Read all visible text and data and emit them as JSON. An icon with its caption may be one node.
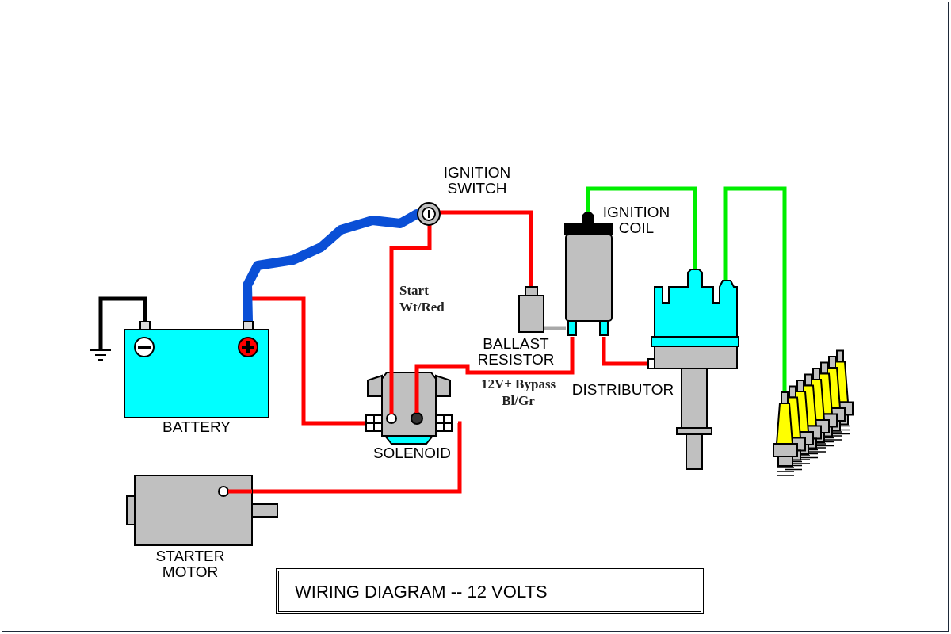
{
  "diagram": {
    "title": "WIRING DIAGRAM -- 12 VOLTS",
    "nodes": [
      {
        "text": [
          "BATTERY"
        ]
      },
      {
        "text": [],
        "shape": "ground"
      },
      {
        "text": [
          "IGNITION SWITCH"
        ]
      },
      {
        "text": [
          "SOLENOID"
        ]
      },
      {
        "text": [
          "STARTER MOTOR"
        ]
      },
      {
        "text": [
          "BALLAST RESISTOR"
        ]
      },
      {
        "text": [
          "IGNITION COIL"
        ]
      },
      {
        "text": [
          "DISTRIBUTOR"
        ]
      },
      {
        "text": [],
        "shape": "picture"
      }
    ],
    "edges": [
      {
        "from": 0,
        "to": 2,
        "arrow": "none",
        "style": "thick",
        "color": "#0a4fd6"
      },
      {
        "from": 0,
        "to": 1,
        "arrow": "none",
        "color": "#000000"
      },
      {
        "from": 0,
        "to": 3,
        "arrow": "none"
      },
      {
        "from": 2,
        "to": 3,
        "arrow": "none",
        "label": "Start Wt/Red"
      },
      {
        "from": 2,
        "to": 5,
        "arrow": "none"
      },
      {
        "from": 3,
        "to": 6,
        "arrow": "none",
        "label": "12V+ Bypass Bl/Gr"
      },
      {
        "from": 3,
        "to": 4,
        "arrow": "none"
      },
      {
        "from": 6,
        "to": 7,
        "arrow": "none"
      },
      {
        "from": 6,
        "to": 7,
        "arrow": "none",
        "color": "#00ee00"
      },
      {
        "from": 7,
        "to": 8,
        "arrow": "none",
        "color": "#00ee00"
      },
      {
        "from": 5,
        "to": 6,
        "arrow": "none",
        "color": "#a8a8a8"
      }
    ]
  }
}
